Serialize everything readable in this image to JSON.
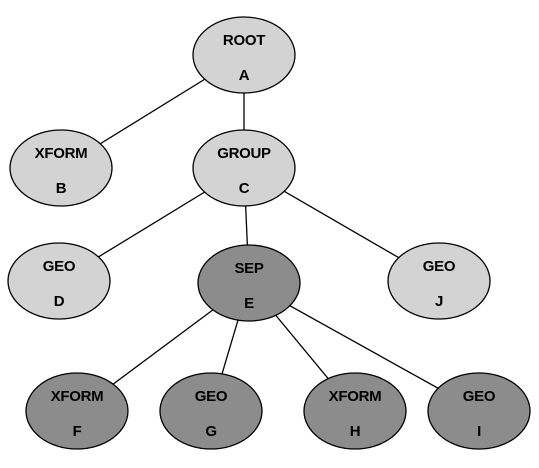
{
  "colors": {
    "light_node": "#d3d3d3",
    "dark_node": "#8c8c8c",
    "edge": "#000000"
  },
  "nodes": [
    {
      "id": "A",
      "type": "ROOT",
      "letter": "A",
      "shade": "light"
    },
    {
      "id": "B",
      "type": "XFORM",
      "letter": "B",
      "shade": "light"
    },
    {
      "id": "C",
      "type": "GROUP",
      "letter": "C",
      "shade": "light"
    },
    {
      "id": "D",
      "type": "GEO",
      "letter": "D",
      "shade": "light"
    },
    {
      "id": "E",
      "type": "SEP",
      "letter": "E",
      "shade": "dark"
    },
    {
      "id": "J",
      "type": "GEO",
      "letter": "J",
      "shade": "light"
    },
    {
      "id": "F",
      "type": "XFORM",
      "letter": "F",
      "shade": "dark"
    },
    {
      "id": "G",
      "type": "GEO",
      "letter": "G",
      "shade": "dark"
    },
    {
      "id": "H",
      "type": "XFORM",
      "letter": "H",
      "shade": "dark"
    },
    {
      "id": "I",
      "type": "GEO",
      "letter": "I",
      "shade": "dark"
    }
  ],
  "edges": [
    [
      "A",
      "B"
    ],
    [
      "A",
      "C"
    ],
    [
      "C",
      "D"
    ],
    [
      "C",
      "E"
    ],
    [
      "C",
      "J"
    ],
    [
      "E",
      "F"
    ],
    [
      "E",
      "G"
    ],
    [
      "E",
      "H"
    ],
    [
      "E",
      "I"
    ]
  ]
}
